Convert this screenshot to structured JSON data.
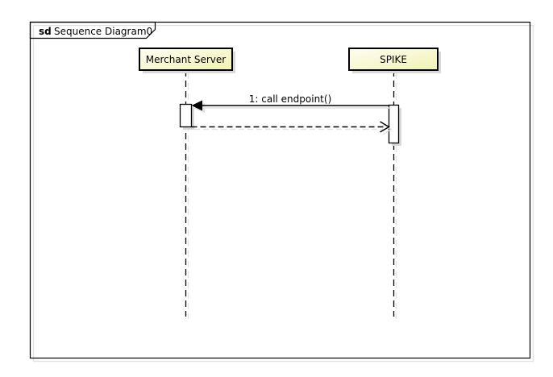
{
  "frame": {
    "keyword": "sd",
    "title": "Sequence Diagram0"
  },
  "lifelines": [
    {
      "name": "Merchant Server"
    },
    {
      "name": "SPIKE"
    }
  ],
  "messages": [
    {
      "label": "1: call endpoint()",
      "kind": "synchronous call",
      "from": "SPIKE",
      "to": "Merchant Server"
    },
    {
      "label": "",
      "kind": "reply",
      "from": "Merchant Server",
      "to": "SPIKE"
    }
  ],
  "colors": {
    "background": "#ffffff",
    "line": "#000000",
    "head_fill_top": "#fefef2",
    "head_fill_bottom": "#f1f1b4",
    "shadow": "#d9d9d9",
    "light_shadow": "#e2e2e2"
  }
}
